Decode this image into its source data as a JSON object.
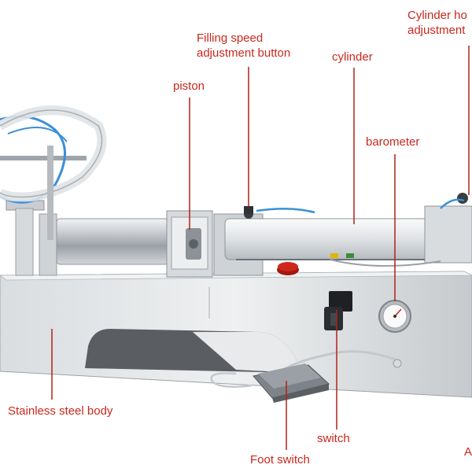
{
  "labels": {
    "cylinder_holder": [
      "Cylinder ho",
      "adjustment"
    ],
    "filling_speed": [
      "Filling speed",
      "adjustment button"
    ],
    "cylinder": "cylinder",
    "piston": "piston",
    "barometer": "barometer",
    "stainless_body": "Stainless steel body",
    "switch": "switch",
    "foot_switch": "Foot switch",
    "edge_a": "A"
  },
  "colors": {
    "label": "#c8281e",
    "leader": "#b22218",
    "steel_light": "#e6e8ea",
    "steel_mid": "#c4c8cc",
    "steel_dark": "#8e949a",
    "tube_blue": "#3a8fd8",
    "button_red": "#d0261c"
  }
}
